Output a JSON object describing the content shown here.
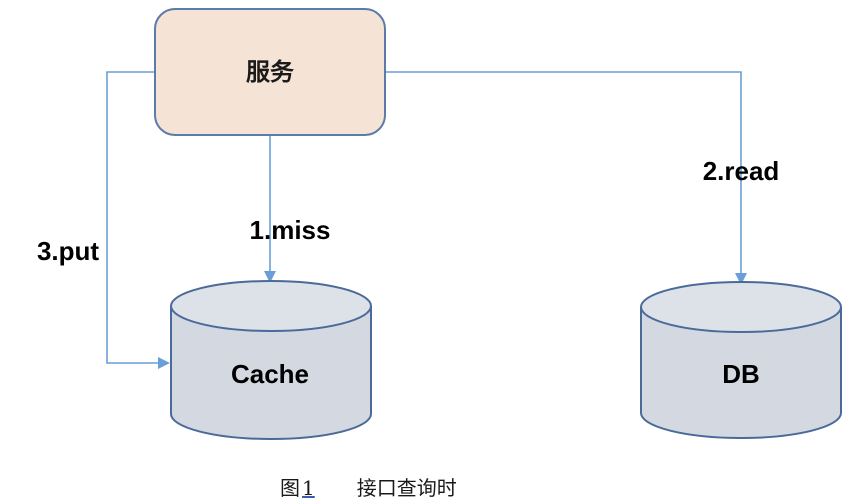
{
  "diagram": {
    "service_label": "服务",
    "cache_label": "Cache",
    "db_label": "DB",
    "edges": {
      "miss": "1.miss",
      "read": "2.read",
      "put": "3.put"
    }
  },
  "caption": {
    "prefix": "图",
    "number": "1",
    "text": "接口查询时"
  },
  "colors": {
    "service_fill": "#f5e3d6",
    "box_stroke": "#5b7ba8",
    "cylinder_fill": "#d4d8e0",
    "cylinder_top": "#dde1e8",
    "cylinder_stroke": "#4a6a9a",
    "arrow": "#6a9ed8"
  }
}
